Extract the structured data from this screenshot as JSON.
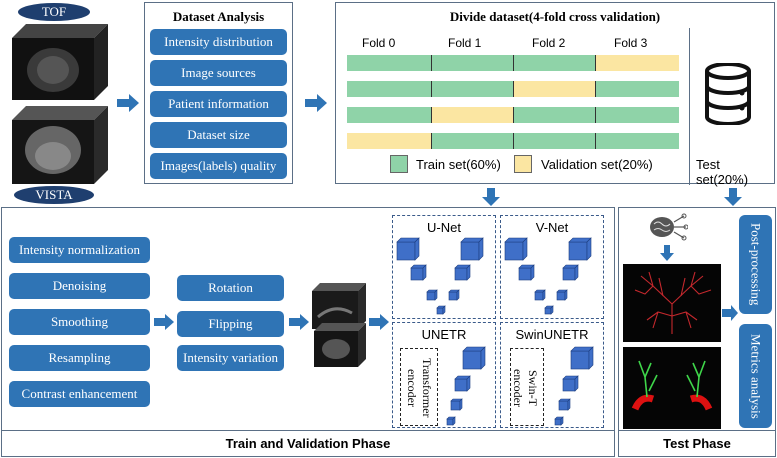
{
  "modalities": {
    "top": "TOF",
    "bottom": "VISTA"
  },
  "analysis": {
    "title": "Dataset Analysis",
    "items": [
      "Intensity distribution",
      "Image sources",
      "Patient information",
      "Dataset size",
      "Images(labels) quality"
    ]
  },
  "divide": {
    "title": "Divide dataset(4-fold cross validation)",
    "folds": [
      "Fold 0",
      "Fold 1",
      "Fold 2",
      "Fold 3"
    ],
    "rows": [
      [
        "train",
        "train",
        "train",
        "val"
      ],
      [
        "train",
        "train",
        "val",
        "train"
      ],
      [
        "train",
        "val",
        "train",
        "train"
      ],
      [
        "val",
        "train",
        "train",
        "train"
      ]
    ],
    "legend_train": "Train set(60%)",
    "legend_val": "Validation set(20%)",
    "test_label": "Test set(20%)"
  },
  "colors": {
    "train": "#8fd3a8",
    "val": "#fbe6a2",
    "blue": "#2f74b5",
    "navy": "#1f3f6f",
    "cube": "#3f6fc8"
  },
  "preprocess": [
    "Intensity normalization",
    "Denoising",
    "Smoothing",
    "Resampling",
    "Contrast enhancement"
  ],
  "augment": [
    "Rotation",
    "Flipping",
    "Intensity variation"
  ],
  "models": {
    "unet": "U-Net",
    "vnet": "V-Net",
    "unetr": "UNETR",
    "swin": "SwinUNETR",
    "unetr_encoder": "Transformer encoder",
    "swin_encoder": "Swin-T encoder"
  },
  "phases": {
    "train": "Train and Validation Phase",
    "test": "Test Phase"
  },
  "test_steps": [
    "Post-processing",
    "Metrics analysis"
  ],
  "icons": [
    "database-icon",
    "brain-icon",
    "arrow-icon"
  ]
}
